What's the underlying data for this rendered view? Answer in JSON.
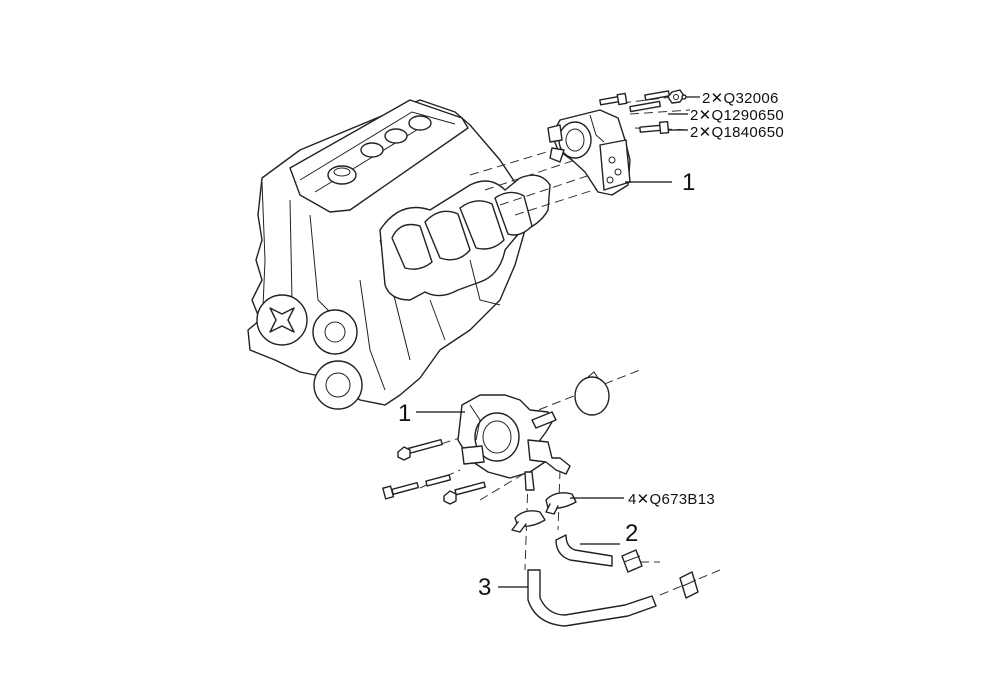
{
  "callouts": {
    "top_fasteners": [
      {
        "text": "2✕Q32006"
      },
      {
        "text": "2✕Q1290650"
      },
      {
        "text": "2✕Q1840650"
      }
    ],
    "upper_item": "1",
    "lower_item": "1",
    "clamp_code": "4✕Q673B13",
    "hose_upper": "2",
    "hose_lower": "3"
  }
}
